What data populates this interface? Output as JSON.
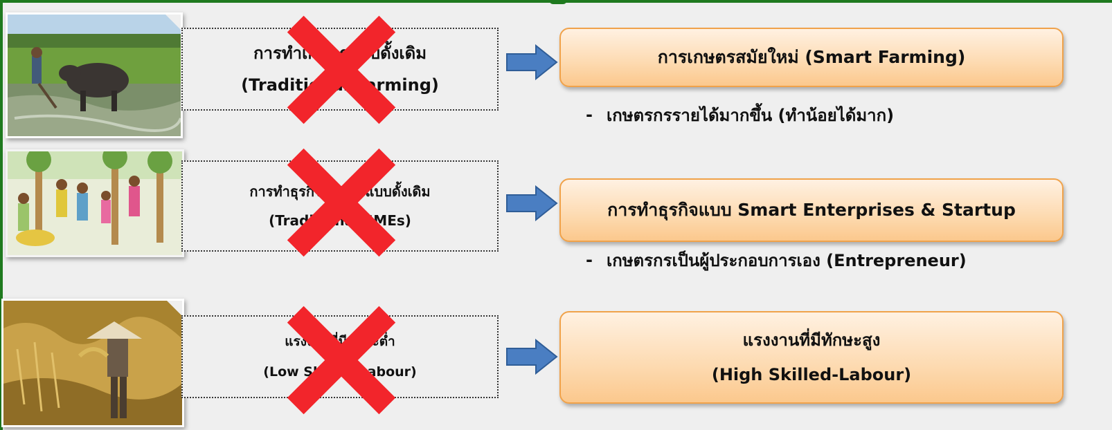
{
  "rows": [
    {
      "old_line1": "การทำเกษตรแบบดั้งเดิม",
      "old_line2": "(Traditional Farming)",
      "new_line1": "การเกษตรสมัยใหม่ (Smart Farming)",
      "note": "เกษตรกรรายได้มากขึ้น (ทำน้อยได้มาก)"
    },
    {
      "old_line1": "การทำธุรกิจ SME แบบดั้งเดิม",
      "old_line2": "(Traditional SMEs)",
      "new_line1": "การทำธุรกิจแบบ Smart Enterprises & Startup",
      "note": "เกษตรกรเป็นผู้ประกอบการเอง (Entrepreneur)"
    },
    {
      "old_line1": "แรงงานที่มีทักษะต่ำ",
      "old_line2": "(Low Skilled-Labour)",
      "new_line1": "แรงงานที่มีทักษะสูง",
      "new_line2": "(High Skilled-Labour)"
    }
  ],
  "note_dash": "-",
  "colors": {
    "frame_border": "#1f7a1f",
    "cross": "#f2252b",
    "arrow": "#4a7ec2",
    "new_box_border": "#f0a24a"
  }
}
